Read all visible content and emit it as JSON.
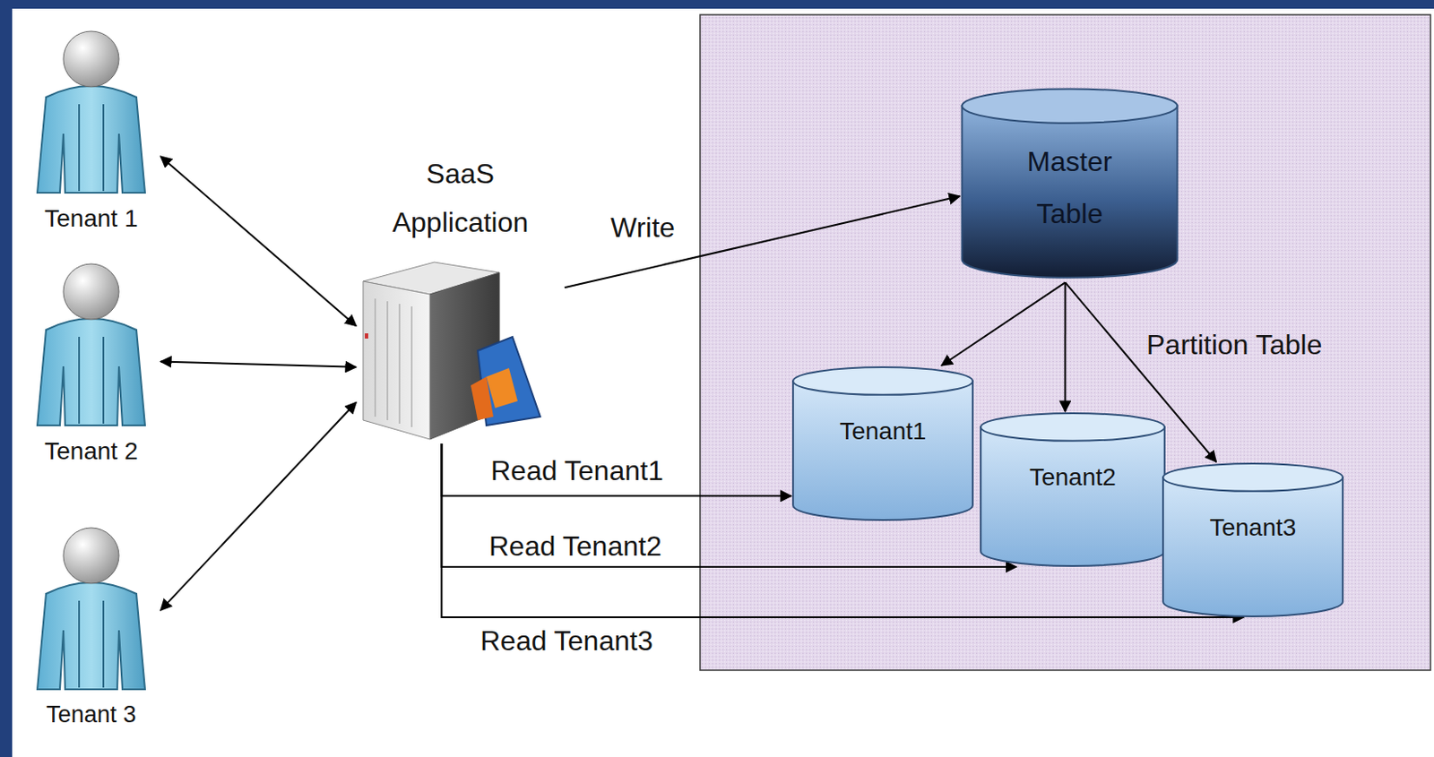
{
  "diagram": {
    "nodes": [
      {
        "text": [
          "Tenant 1"
        ]
      },
      {
        "text": [
          "Tenant 2"
        ]
      },
      {
        "text": [
          "Tenant 3"
        ]
      },
      {
        "text": [
          "SaaS Application"
        ]
      },
      {
        "text": [
          "Master Table"
        ]
      },
      {
        "text": [
          "Tenant1"
        ]
      },
      {
        "text": [
          "Tenant2"
        ]
      },
      {
        "text": [
          "Tenant3"
        ]
      }
    ],
    "edges": [
      {
        "from": 0,
        "to": 3,
        "arrow": "both"
      },
      {
        "from": 1,
        "to": 3,
        "arrow": "both"
      },
      {
        "from": 2,
        "to": 3,
        "arrow": "both"
      },
      {
        "from": 3,
        "to": 4,
        "label": "Write",
        "arrow": "to"
      },
      {
        "from": 4,
        "to": 5,
        "arrow": "to"
      },
      {
        "from": 4,
        "to": 6,
        "arrow": "to"
      },
      {
        "from": 4,
        "to": 7,
        "arrow": "to"
      },
      {
        "from": 3,
        "to": 5,
        "label": "Read Tenant1",
        "arrow": "to"
      },
      {
        "from": 3,
        "to": 6,
        "label": "Read Tenant2",
        "arrow": "to"
      },
      {
        "from": 3,
        "to": 7,
        "label": "Read Tenant3",
        "arrow": "to"
      }
    ],
    "labels": [
      "Partition Table"
    ]
  }
}
